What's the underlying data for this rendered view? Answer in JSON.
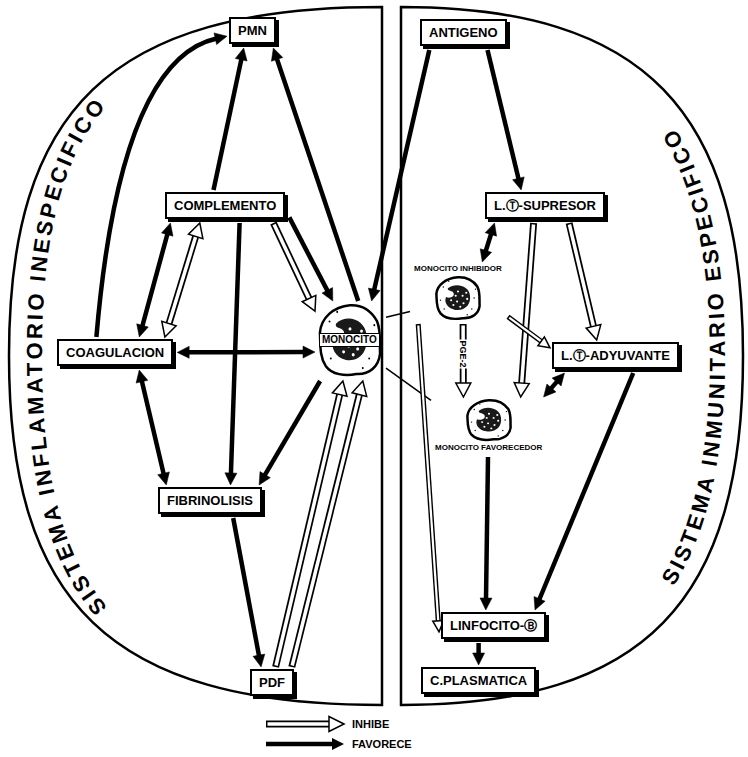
{
  "diagram": {
    "nodes": [
      {
        "text": [
          "SISTEMA INFLAMATORIO INESPECIFICO"
        ]
      },
      {
        "text": [
          "PMN"
        ],
        "in": 0
      },
      {
        "text": [
          "COMPLEMENTO"
        ],
        "in": 0
      },
      {
        "text": [
          "COAGULACION"
        ],
        "in": 0
      },
      {
        "text": [
          "FIBRINOLISIS"
        ],
        "in": 0
      },
      {
        "text": [
          "PDF"
        ],
        "in": 0
      },
      {
        "text": [
          "MONOCITO"
        ]
      },
      {
        "text": [
          "SISTEMA INMUNITARIO ESPECIFICO"
        ]
      },
      {
        "text": [
          "ANTIGENO"
        ],
        "in": 7
      },
      {
        "text": [
          "L.Ⓣ-SUPRESOR"
        ],
        "in": 7
      },
      {
        "text": [
          "MONOCITO INHIBIDOR"
        ],
        "in": 7
      },
      {
        "text": [
          "L.Ⓣ-ADYUVANTE"
        ],
        "in": 7
      },
      {
        "text": [
          "MONOCITO FAVORECEDOR"
        ],
        "in": 7
      },
      {
        "text": [
          "LINFOCITO-Ⓑ"
        ],
        "in": 7
      },
      {
        "text": [
          "C.PLASMATICA"
        ],
        "in": 7
      }
    ],
    "edges": [
      {
        "from": 3,
        "to": 1,
        "arrow": "to"
      },
      {
        "from": 2,
        "to": 1,
        "arrow": "to"
      },
      {
        "from": 6,
        "to": 1,
        "arrow": "to"
      },
      {
        "from": 2,
        "to": 3,
        "arrow": "both"
      },
      {
        "from": 2,
        "to": 3,
        "arrow": "both"
      },
      {
        "from": 2,
        "to": 4,
        "arrow": "to"
      },
      {
        "from": 2,
        "to": 6,
        "arrow": "to"
      },
      {
        "from": 2,
        "to": 6,
        "arrow": "to"
      },
      {
        "from": 3,
        "to": 6,
        "arrow": "both"
      },
      {
        "from": 3,
        "to": 4,
        "arrow": "both"
      },
      {
        "from": 6,
        "to": 4,
        "arrow": "to"
      },
      {
        "from": 4,
        "to": 5,
        "arrow": "to"
      },
      {
        "from": 5,
        "to": 6,
        "arrow": "to"
      },
      {
        "from": 5,
        "to": 6,
        "arrow": "to"
      },
      {
        "from": 8,
        "to": 9,
        "arrow": "to"
      },
      {
        "from": 8,
        "to": 6,
        "arrow": "to"
      },
      {
        "from": 9,
        "to": 10,
        "arrow": "both"
      },
      {
        "from": 9,
        "to": 11,
        "arrow": "to"
      },
      {
        "from": 9,
        "to": 12,
        "arrow": "to"
      },
      {
        "from": 6,
        "to": 10,
        "arrow": "none"
      },
      {
        "from": 6,
        "to": 12,
        "arrow": "none"
      },
      {
        "from": 10,
        "to": 11,
        "arrow": "to"
      },
      {
        "from": 10,
        "to": 12,
        "arrow": "to",
        "label": "PGE-2"
      },
      {
        "from": 10,
        "to": 13,
        "arrow": "to"
      },
      {
        "from": 11,
        "to": 12,
        "arrow": "both"
      },
      {
        "from": 11,
        "to": 13,
        "arrow": "to"
      },
      {
        "from": 12,
        "to": 13,
        "arrow": "to"
      },
      {
        "from": 13,
        "to": 14,
        "arrow": "to"
      }
    ],
    "legend": [
      {
        "text": "INHIBE"
      },
      {
        "text": "FAVORECE"
      }
    ]
  }
}
